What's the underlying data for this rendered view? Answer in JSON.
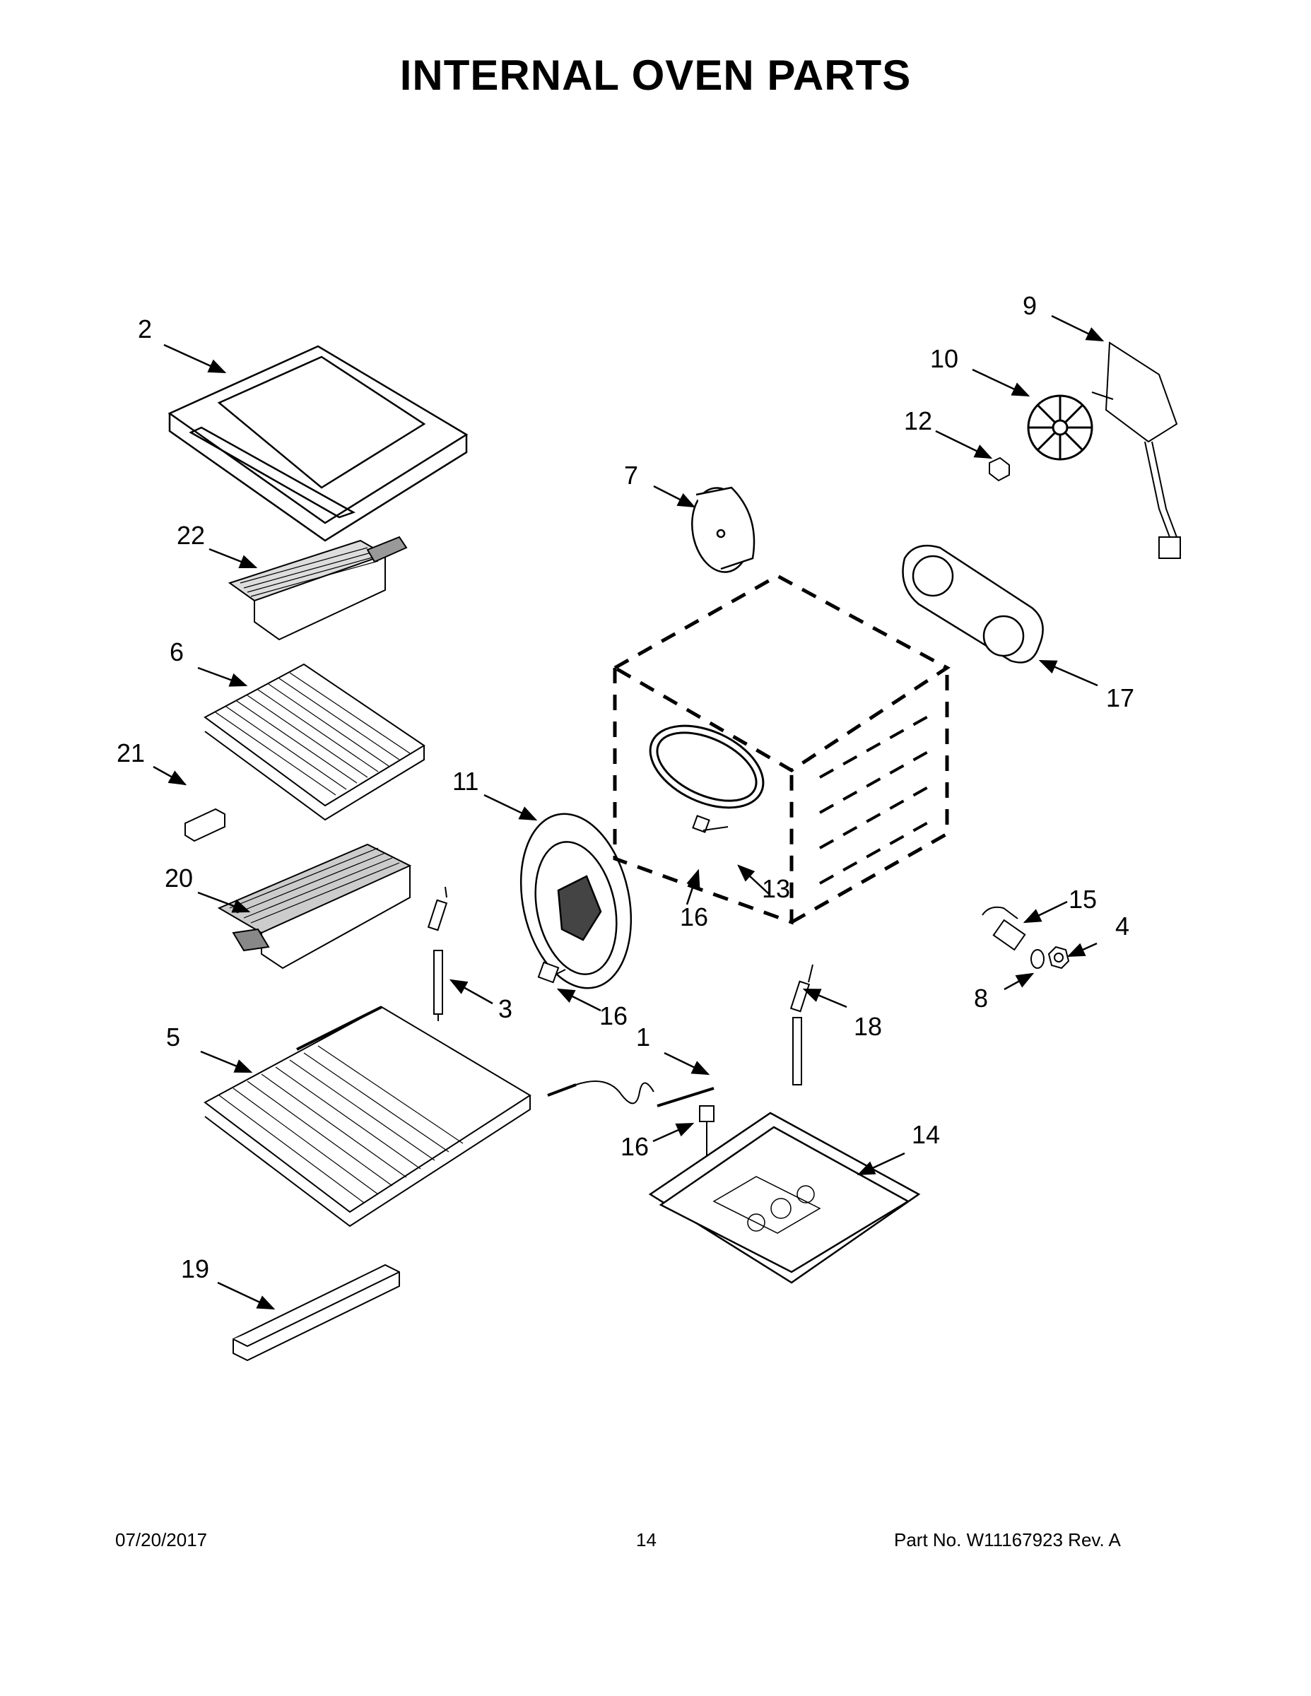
{
  "title": "INTERNAL OVEN PARTS",
  "callouts": {
    "c1": "1",
    "c2": "2",
    "c3": "3",
    "c4": "4",
    "c5": "5",
    "c6": "6",
    "c7": "7",
    "c8": "8",
    "c9": "9",
    "c10": "10",
    "c11": "11",
    "c12": "12",
    "c13": "13",
    "c14": "14",
    "c15": "15",
    "c16a": "16",
    "c16b": "16",
    "c16c": "16",
    "c17": "17",
    "c18": "18",
    "c19": "19",
    "c20": "20",
    "c21": "21",
    "c22": "22"
  },
  "footer": {
    "date": "07/20/2017",
    "page": "14",
    "part": "Part No.  W11167923  Rev.  A"
  }
}
